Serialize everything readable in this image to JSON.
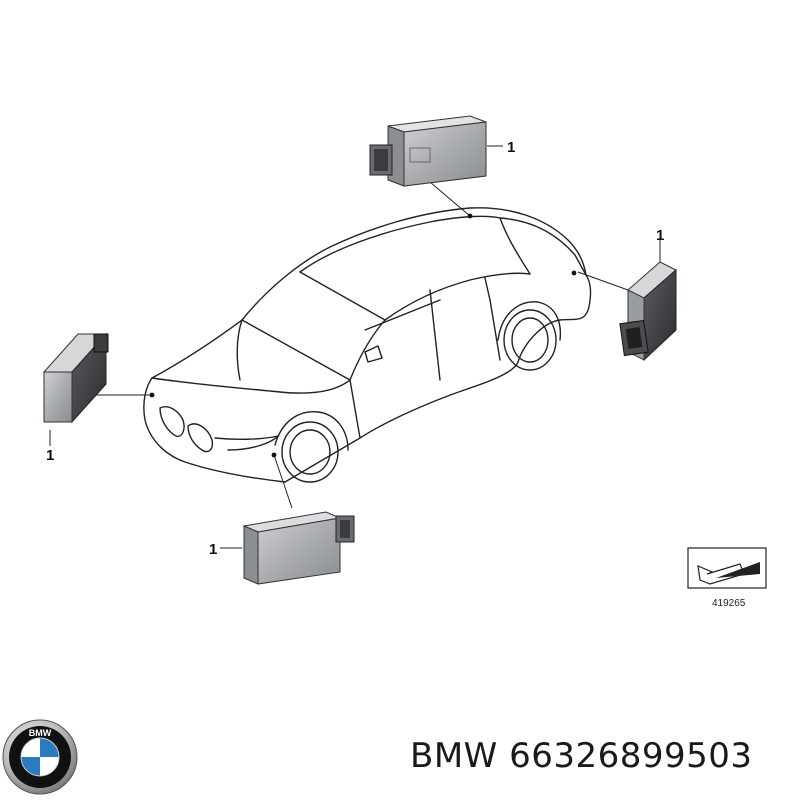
{
  "diagram": {
    "callouts": [
      "1",
      "1",
      "1",
      "1"
    ],
    "reference_number": "419265"
  },
  "footer": {
    "brand": "BMW",
    "part_number": "66326899503"
  },
  "logo": {
    "text_top": "BMW",
    "colors": {
      "ring": "#111111",
      "blue": "#2b7bbf",
      "white": "#ffffff",
      "chrome": "#bfc3c7"
    }
  }
}
